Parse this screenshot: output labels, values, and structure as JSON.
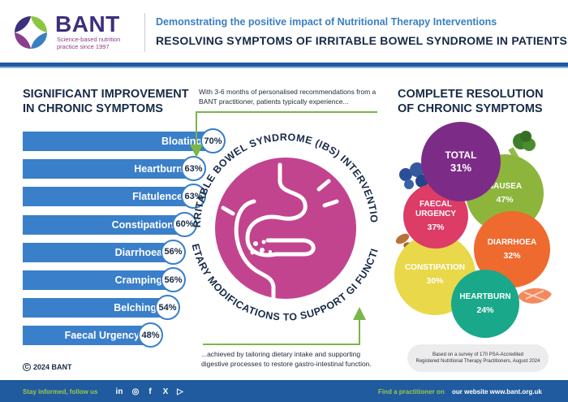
{
  "header": {
    "brand": "BANT",
    "brand_tagline": "Science-based nutrition practice since 1997",
    "subtitle": "Demonstrating the positive impact of Nutritional Therapy Interventions",
    "title": "RESOLVING SYMPTOMS OF IRRITABLE BOWEL SYNDROME IN PATIENTS"
  },
  "left": {
    "title": "SIGNIFICANT IMPROVEMENT IN CHRONIC SYMPTOMS",
    "items": [
      {
        "label": "Bloating",
        "value": "70%",
        "fraction": 0.7
      },
      {
        "label": "Heartburn",
        "value": "63%",
        "fraction": 0.63
      },
      {
        "label": "Flatulence",
        "value": "63%",
        "fraction": 0.63
      },
      {
        "label": "Constipation",
        "value": "60%",
        "fraction": 0.6
      },
      {
        "label": "Diarrhoea",
        "value": "56%",
        "fraction": 0.56
      },
      {
        "label": "Cramping",
        "value": "56%",
        "fraction": 0.56
      },
      {
        "label": "Belching",
        "value": "54%",
        "fraction": 0.54
      },
      {
        "label": "Faecal Urgency",
        "value": "48%",
        "fraction": 0.48
      }
    ]
  },
  "center": {
    "intro": "With 3-6 months of personalised recommendations from a BANT practitioner, patients typically experience...",
    "arc_top": "IRRITABLE BOWEL SYNDROME (IBS) INTERVENTION",
    "arc_bottom": "DIETARY MODIFICATIONS TO SUPPORT GI FUNCTION",
    "outro": "...achieved by tailoring dietary intake and supporting digestive processes to restore gastro-intestinal function."
  },
  "right": {
    "title": "COMPLETE RESOLUTION OF CHRONIC SYMPTOMS",
    "bubbles": [
      {
        "label": "NAUSEA",
        "value": "47%",
        "color": "#8db53c"
      },
      {
        "label": "CONSTIPATION",
        "value": "30%",
        "color": "#e8d84a"
      },
      {
        "label": "DIARRHOEA",
        "value": "32%",
        "color": "#ee6a2e"
      },
      {
        "label": "HEARTBURN",
        "value": "24%",
        "color": "#1aa88a"
      },
      {
        "label": "FAECAL URGENCY",
        "value": "37%",
        "color": "#dc3c66"
      },
      {
        "label": "TOTAL",
        "value": "31%",
        "color": "#7c2b86"
      }
    ],
    "survey_line1": "Based on a survey of 170 PSA-Accredited",
    "survey_line2": "Registered Nutritional Therapy Practitioners, August 2024"
  },
  "footer": {
    "copyright": "2024 BANT",
    "copyright_symbol": "C",
    "follow": "Stay informed, follow us",
    "social": [
      {
        "icon": "linkedin-icon",
        "glyph": "in"
      },
      {
        "icon": "instagram-icon",
        "glyph": "◎"
      },
      {
        "icon": "facebook-icon",
        "glyph": "f"
      },
      {
        "icon": "x-icon",
        "glyph": "X"
      },
      {
        "icon": "youtube-icon",
        "glyph": "▷"
      }
    ],
    "find": "Find a practitioner on",
    "site": "our website www.bant.org.uk"
  },
  "colors": {
    "bar": "#3a7fc9",
    "navy": "#172a46",
    "accent_blue": "#3a7fc1",
    "intervention_circle": "#c2448f",
    "arrow_green": "#7ab648",
    "footer_green": "#9cc64b"
  }
}
